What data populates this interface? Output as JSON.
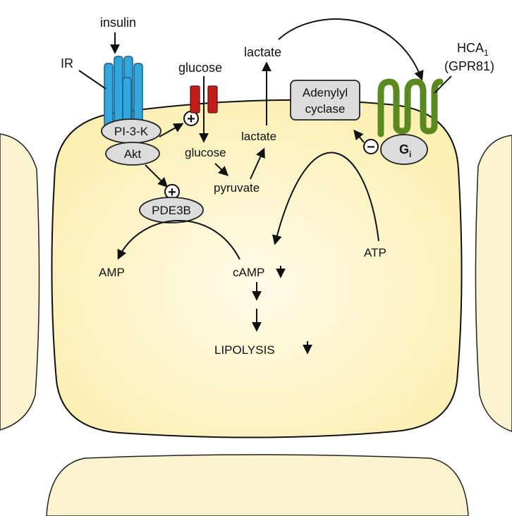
{
  "labels": {
    "insulin": "insulin",
    "ir": "IR",
    "glucose_outside": "glucose",
    "lactate_outside": "lactate",
    "hca_main": "HCA",
    "hca_sub": "1",
    "gpr81": "(GPR81)",
    "pi3k": "PI-3-K",
    "akt": "Akt",
    "glucose_inside": "glucose",
    "pyruvate": "pyruvate",
    "lactate_inside": "lactate",
    "adenylyl": "Adenylyl",
    "cyclase": "cyclase",
    "gi_main": "G",
    "gi_sub": "i",
    "pde3b": "PDE3B",
    "amp": "AMP",
    "camp": "cAMP",
    "atp": "ATP",
    "lipolysis": "LIPOLYSIS",
    "plus": "+",
    "minus": "−"
  },
  "colors": {
    "cell_fill": "#fbf1bd",
    "cell_edge": "#fffbe6",
    "neighbor_fill": "#fbf3cf",
    "insulin_receptor": "#33a6dd",
    "glucose_transporter": "#c21d1d",
    "hca1_receptor": "#5a8a1f",
    "node_fill": "#dcdcdc"
  }
}
